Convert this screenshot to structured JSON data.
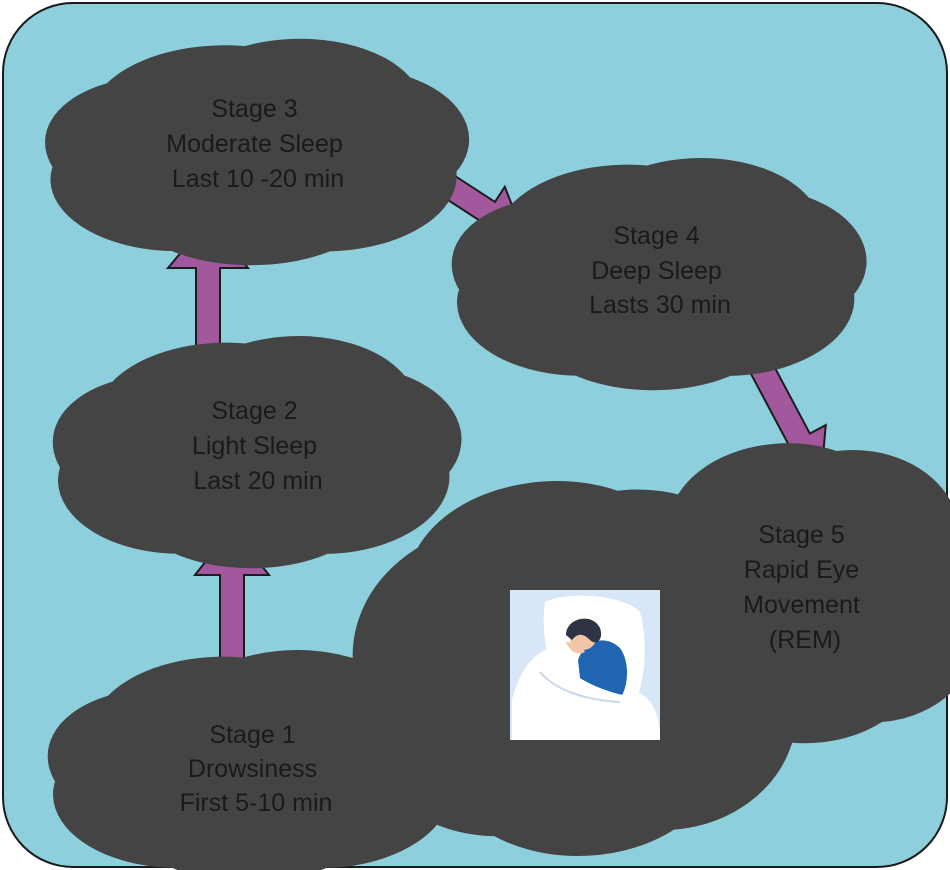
{
  "colors": {
    "panel": "#8ecfdd",
    "panel_border": "#1a1a1a",
    "cloud_fill": "#f8ec7e",
    "cloud_stroke": "#444444",
    "arrow_fill": "#a2589d",
    "arrow_stroke": "#1c1c1c",
    "figure_shirt": "#1f65b2",
    "figure_hair": "#2f3344",
    "picture_bg": "#d7e7f7"
  },
  "stages": [
    {
      "id": "stage-1",
      "lines": [
        "Stage 1",
        "Drowsiness",
        "First 5-10 min"
      ]
    },
    {
      "id": "stage-2",
      "lines": [
        "Stage 2",
        "Light Sleep",
        "Last 20 min"
      ]
    },
    {
      "id": "stage-3",
      "lines": [
        "Stage 3",
        "Moderate Sleep",
        "Last 10 -20 min"
      ]
    },
    {
      "id": "stage-4",
      "lines": [
        "Stage 4",
        "Deep Sleep",
        "Lasts 30 min"
      ]
    },
    {
      "id": "stage-5",
      "lines": [
        "Stage 5",
        "Rapid Eye",
        "Movement",
        "(REM)"
      ]
    }
  ],
  "edges": [
    {
      "from": "stage-1",
      "to": "stage-2"
    },
    {
      "from": "stage-2",
      "to": "stage-3"
    },
    {
      "from": "stage-3",
      "to": "stage-4"
    },
    {
      "from": "stage-4",
      "to": "stage-5"
    }
  ],
  "illustration": {
    "icon": "sleeping-person-icon"
  }
}
